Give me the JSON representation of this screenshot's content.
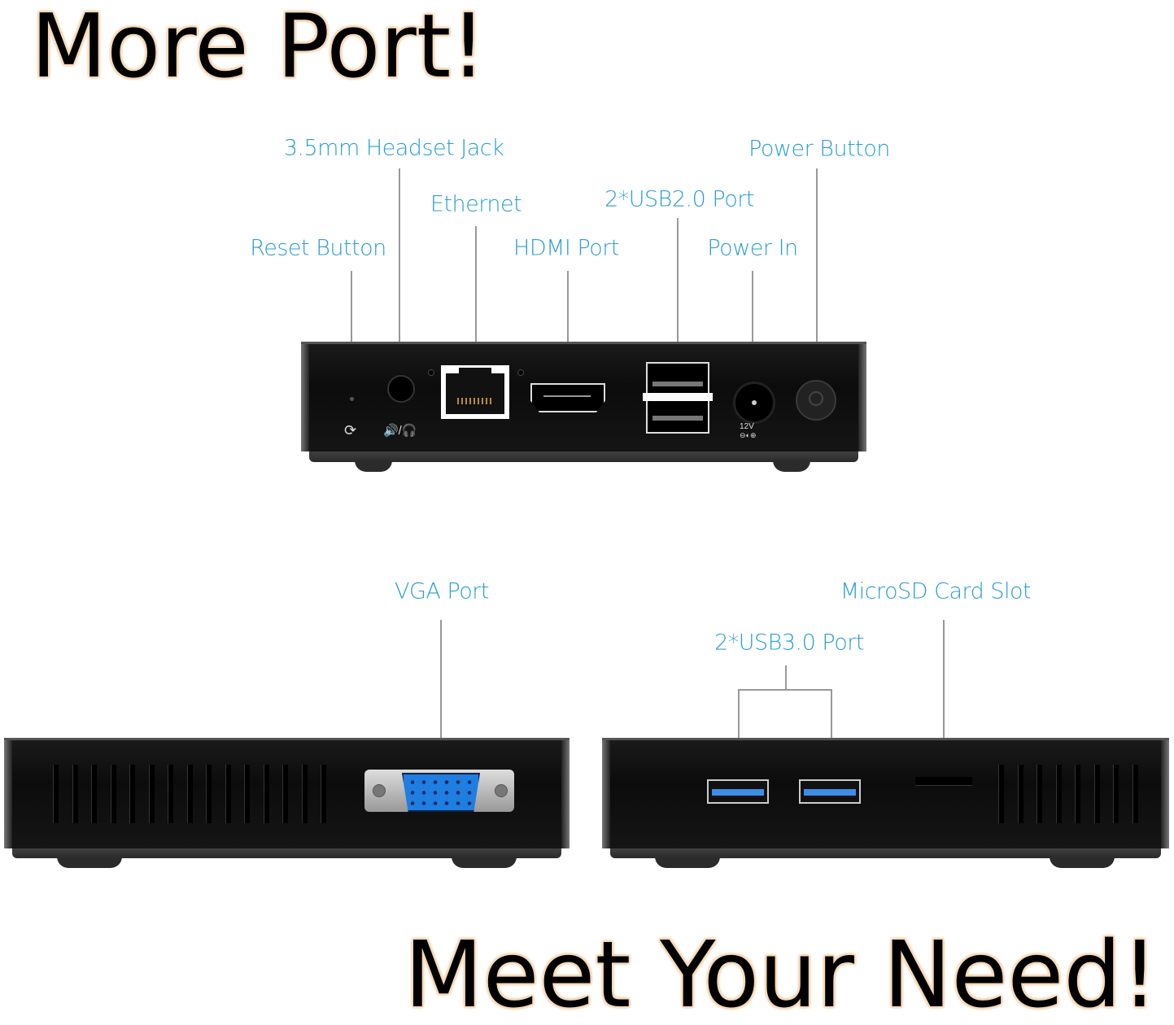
{
  "headline_top": "More Port!",
  "headline_bottom": "Meet Your Need!",
  "colors": {
    "label": "#2a9fd0",
    "device": "#111111",
    "vga": "#1f7ee0",
    "usb3": "#3a8ee8"
  },
  "labels": {
    "headset_jack": "3.5mm Headset Jack",
    "power_button": "Power Button",
    "ethernet": "Ethernet",
    "usb2": "2*USB2.0 Port",
    "reset_button": "Reset Button",
    "hdmi": "HDMI Port",
    "power_in": "Power In",
    "vga": "VGA Port",
    "microsd": "MicroSD Card Slot",
    "usb3": "2*USB3.0 Port"
  },
  "device_markings": {
    "power_rating": "12V"
  }
}
